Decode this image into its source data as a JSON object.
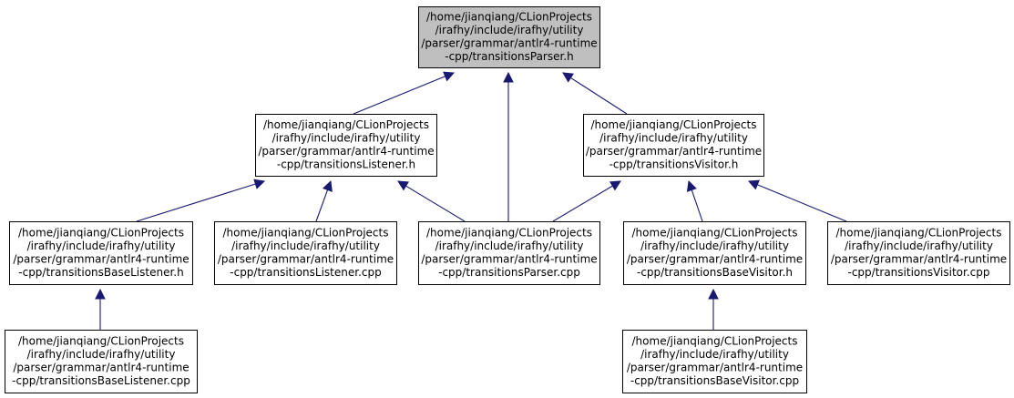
{
  "graph": {
    "edge_color": "#191970",
    "highlight_fill": "#bfbfbf",
    "nodes": [
      {
        "id": "parser_h",
        "name": "node-transitions-parser-h",
        "highlight": true,
        "lines": [
          "/home/jianqiang/CLionProjects",
          "/irafhy/include/irafhy/utility",
          "/parser/grammar/antlr4-runtime",
          "-cpp/transitionsParser.h"
        ]
      },
      {
        "id": "listener_h",
        "name": "node-transitions-listener-h",
        "lines": [
          "/home/jianqiang/CLionProjects",
          "/irafhy/include/irafhy/utility",
          "/parser/grammar/antlr4-runtime",
          "-cpp/transitionsListener.h"
        ]
      },
      {
        "id": "visitor_h",
        "name": "node-transitions-visitor-h",
        "lines": [
          "/home/jianqiang/CLionProjects",
          "/irafhy/include/irafhy/utility",
          "/parser/grammar/antlr4-runtime",
          "-cpp/transitionsVisitor.h"
        ]
      },
      {
        "id": "baselistener_h",
        "name": "node-transitions-base-listener-h",
        "lines": [
          "/home/jianqiang/CLionProjects",
          "/irafhy/include/irafhy/utility",
          "/parser/grammar/antlr4-runtime",
          "-cpp/transitionsBaseListener.h"
        ]
      },
      {
        "id": "listener_cpp",
        "name": "node-transitions-listener-cpp",
        "lines": [
          "/home/jianqiang/CLionProjects",
          "/irafhy/include/irafhy/utility",
          "/parser/grammar/antlr4-runtime",
          "-cpp/transitionsListener.cpp"
        ]
      },
      {
        "id": "parser_cpp",
        "name": "node-transitions-parser-cpp",
        "lines": [
          "/home/jianqiang/CLionProjects",
          "/irafhy/include/irafhy/utility",
          "/parser/grammar/antlr4-runtime",
          "-cpp/transitionsParser.cpp"
        ]
      },
      {
        "id": "basevisitor_h",
        "name": "node-transitions-base-visitor-h",
        "lines": [
          "/home/jianqiang/CLionProjects",
          "/irafhy/include/irafhy/utility",
          "/parser/grammar/antlr4-runtime",
          "-cpp/transitionsBaseVisitor.h"
        ]
      },
      {
        "id": "visitor_cpp",
        "name": "node-transitions-visitor-cpp",
        "lines": [
          "/home/jianqiang/CLionProjects",
          "/irafhy/include/irafhy/utility",
          "/parser/grammar/antlr4-runtime",
          "-cpp/transitionsVisitor.cpp"
        ]
      },
      {
        "id": "baselistener_cpp",
        "name": "node-transitions-base-listener-cpp",
        "lines": [
          "/home/jianqiang/CLionProjects",
          "/irafhy/include/irafhy/utility",
          "/parser/grammar/antlr4-runtime",
          "-cpp/transitionsBaseListener.cpp"
        ]
      },
      {
        "id": "basevisitor_cpp",
        "name": "node-transitions-base-visitor-cpp",
        "lines": [
          "/home/jianqiang/CLionProjects",
          "/irafhy/include/irafhy/utility",
          "/parser/grammar/antlr4-runtime",
          "-cpp/transitionsBaseVisitor.cpp"
        ]
      }
    ],
    "edges": [
      {
        "from": "listener_h",
        "to": "parser_h"
      },
      {
        "from": "parser_cpp",
        "to": "parser_h"
      },
      {
        "from": "visitor_h",
        "to": "parser_h"
      },
      {
        "from": "baselistener_h",
        "to": "listener_h"
      },
      {
        "from": "listener_cpp",
        "to": "listener_h"
      },
      {
        "from": "parser_cpp",
        "to": "listener_h"
      },
      {
        "from": "parser_cpp",
        "to": "visitor_h"
      },
      {
        "from": "basevisitor_h",
        "to": "visitor_h"
      },
      {
        "from": "visitor_cpp",
        "to": "visitor_h"
      },
      {
        "from": "baselistener_cpp",
        "to": "baselistener_h"
      },
      {
        "from": "basevisitor_cpp",
        "to": "basevisitor_h"
      }
    ]
  }
}
